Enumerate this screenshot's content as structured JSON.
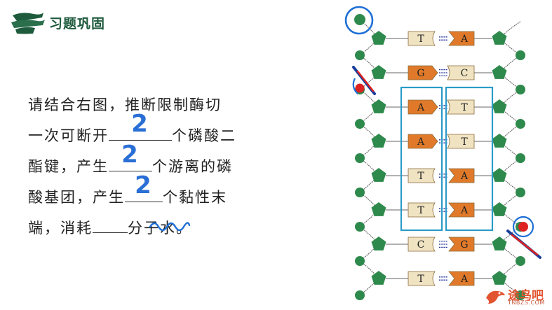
{
  "header": {
    "title": "习题巩固"
  },
  "question": {
    "l1": "请结合右图，推断限制酶切",
    "l2_pre": "一次可断开",
    "l2_post": "个磷酸二",
    "l3_pre": "酯键，产生",
    "l3_post": "个游离的磷",
    "l4_pre": "酸基团，产生",
    "l4_post": "个黏性末",
    "l5_pre": "端，消耗",
    "l5_post": "分子水。"
  },
  "answers": {
    "a1": "2",
    "a2": "2",
    "a3": "2"
  },
  "dna": {
    "pairs": [
      {
        "left": "T",
        "right": "A",
        "bonds": 2
      },
      {
        "left": "G",
        "right": "C",
        "bonds": 3
      },
      {
        "left": "A",
        "right": "T",
        "bonds": 2
      },
      {
        "left": "A",
        "right": "T",
        "bonds": 2
      },
      {
        "left": "T",
        "right": "A",
        "bonds": 2
      },
      {
        "left": "T",
        "right": "A",
        "bonds": 2
      },
      {
        "left": "C",
        "right": "G",
        "bonds": 3
      },
      {
        "left": "T",
        "right": "A",
        "bonds": 2
      }
    ]
  },
  "colors": {
    "backbone_node": "#2e8a4c",
    "sugar": "#2e8a4c",
    "purine_orange": "#e07a2a",
    "pyrimidine_tan": "#efe3c2",
    "hbond": "#1e2e9a",
    "highlight_box": "#2a9bc8",
    "annotation_blue": "#1e6fd6",
    "annotation_red": "#d22"
  },
  "watermark": {
    "text": "途鸟吧",
    "sub": "TNBZS.COM"
  }
}
